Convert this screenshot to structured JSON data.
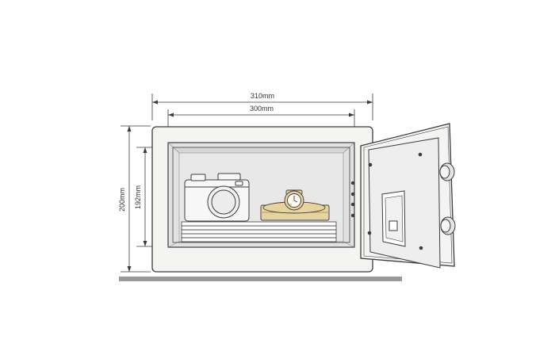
{
  "dimensions": {
    "outer_width": "310mm",
    "inner_width": "300mm",
    "outer_height": "200mm",
    "inner_height": "192mm"
  },
  "colors": {
    "line": "#3c3c3c",
    "body": "#f4f4f2",
    "interior": "#e2e2e2",
    "shelf_shadow": "#c9c9c9",
    "door_panel": "#eeeeee",
    "floor": "#9a9a9a",
    "gold": "#e6d3a0",
    "gold_dark": "#b89a52"
  },
  "objects": [
    {
      "name": "camera",
      "icon": "camera-icon"
    },
    {
      "name": "watch",
      "icon": "watch-icon"
    },
    {
      "name": "paper stack",
      "icon": "paper-stack-icon"
    },
    {
      "name": "gold box",
      "icon": "gold-box-icon"
    }
  ]
}
